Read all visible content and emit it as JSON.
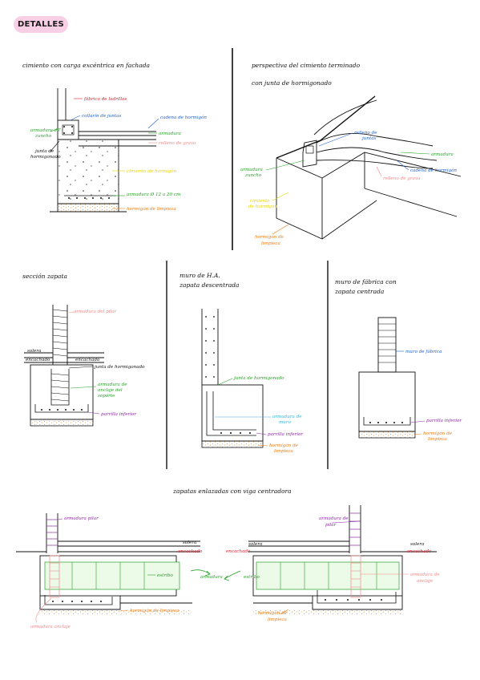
{
  "badge": "DETALLES",
  "sections": {
    "s1": {
      "title": "cimiento con carga excéntrica en fachada",
      "labels": {
        "fabrica": "fábrica de ladrillos",
        "collarin": "collarín de juntas",
        "cadena": "cadena de hormigón",
        "armadura": "armadura",
        "relleno": "relleno de grava",
        "armadura_zuncho_1": "armadura de",
        "armadura_zuncho_2": "zuncho",
        "junta_1": "junta de",
        "junta_2": "hormigonado",
        "cimiento": "cimiento de hormigón",
        "armadura_parrilla": "armadura Ø 12 a 20 cm",
        "hormigon_limpieza": "hormigón de limpieza"
      }
    },
    "s2": {
      "title_1": "perspectiva del cimiento terminado",
      "title_2": "con junta de hormigonado",
      "labels": {
        "relleno_juntas_1": "relleno de",
        "relleno_juntas_2": "juntas",
        "armadura": "armadura",
        "armadura_zuncho_1": "armadura",
        "armadura_zuncho_2": "zuncho",
        "cadena": "cadena de hormigón",
        "relleno_grava": "relleno de grava",
        "cimiento_1": "cimiento",
        "cimiento_2": "de hormigón",
        "hormigon_limpieza_1": "hormigón de",
        "hormigon_limpieza_2": "limpieza"
      }
    },
    "s3": {
      "title": "sección zapata",
      "labels": {
        "armadura_pilar": "armadura del pilar",
        "solera": "solera",
        "encachado_l": "encachado",
        "encachado_r": "encachado",
        "junta": "junta de hormigonado",
        "anclaje_1": "armadura de",
        "anclaje_2": "anclaje del",
        "anclaje_3": "soporte",
        "parrilla": "parrilla inferior"
      }
    },
    "s4": {
      "title_1": "muro de H.A.",
      "title_2": "zapata descentrada",
      "labels": {
        "junta": "junta de hormigonado",
        "armadura_muro_1": "armadura de",
        "armadura_muro_2": "muro",
        "parrilla": "parrilla inferior",
        "limpieza_1": "hormigón de",
        "limpieza_2": "limpieza"
      }
    },
    "s5": {
      "title_1": "muro de fábrica con",
      "title_2": "zapata centrada",
      "labels": {
        "muro": "muro de fábrica",
        "parrilla": "parrilla inferior",
        "limpieza_1": "hormigón de",
        "limpieza_2": "limpieza"
      }
    },
    "s6": {
      "title": "zapatas enlazadas con viga centradora",
      "labels": {
        "armadura_pilar": "armadura pilar",
        "solera": "solera",
        "encachado": "encachado",
        "estribo_l": "estribo",
        "armadura_center": "armadura",
        "estribo_r": "estribo",
        "limpieza_l": "hormigón de limpieza",
        "anclaje_l": "armadura anclaje",
        "pilar_r_1": "armadura de",
        "pilar_r_2": "pilar",
        "solera_r": "solera",
        "encachado_r_l": "encachado",
        "solera_r2": "solera",
        "encachado_r_r": "encachado",
        "anclaje_r_1": "armadura de",
        "anclaje_r_2": "anclaje",
        "limpieza_r_1": "hormigón de",
        "limpieza_r_2": "limpieza"
      }
    }
  }
}
